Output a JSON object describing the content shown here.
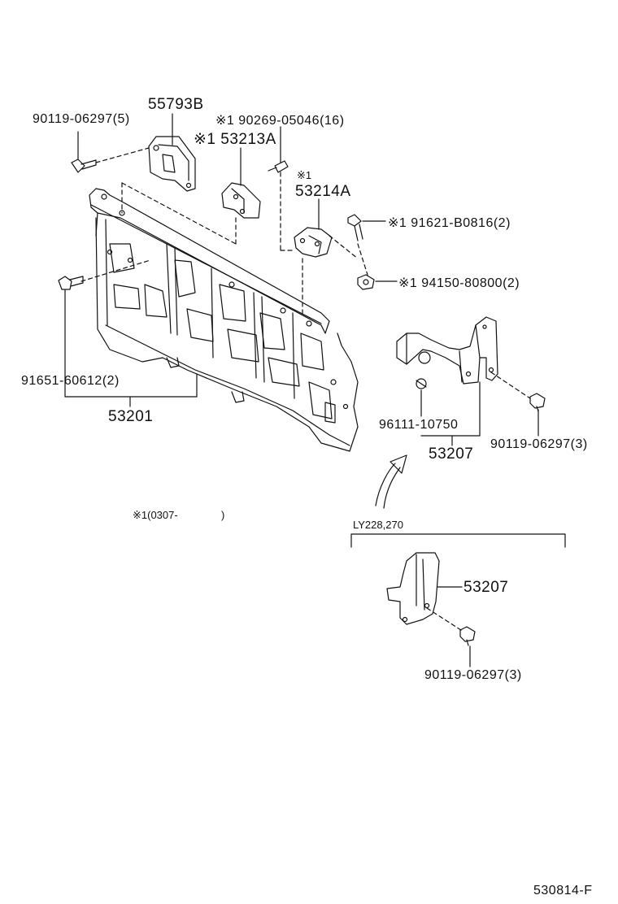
{
  "diagram": {
    "callouts": {
      "bolt_55793b": "90119-06297(5)",
      "bracket_55793b": "55793B",
      "rivet": "※1 90269-05046(16)",
      "bracket_53213a": "※1 53213A",
      "bracket_53214a_mark": "※1",
      "bracket_53214a": "53214A",
      "bolt_91621": "※1 91621-B0816(2)",
      "nut_94150": "※1 94150-80800(2)",
      "bolt_91651": "91651-60612(2)",
      "panel": "53201",
      "clamp_96111": "96111-10750",
      "duct_upper": "53207",
      "bolt_duct_upper": "90119-06297(3)",
      "footnote_mark": "※1(0307-",
      "footnote_close": ")",
      "variant_label": "LY228,270",
      "duct_lower": "53207",
      "bolt_duct_lower": "90119-06297(3)",
      "figure_code": "530814-F"
    }
  }
}
